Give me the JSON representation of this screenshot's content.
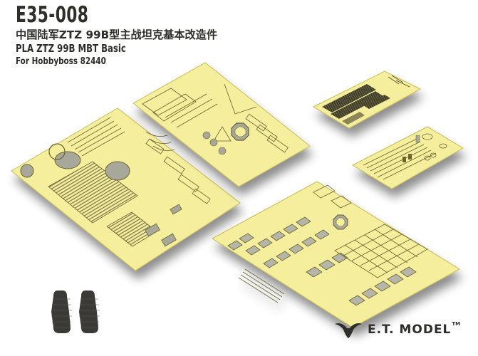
{
  "header": {
    "product_code": "E35-008",
    "title_cn": "中国陆军ZTZ 99B型主战坦克基本改造件",
    "title_en": "PLA ZTZ 99B MBT Basic",
    "subtitle": "For Hobbyboss 82440"
  },
  "brand": {
    "logo_icon": "et-model-swirl-icon",
    "name": "E.T. MODEL",
    "trademark": "TM"
  },
  "colors": {
    "brass": "#f5ee9c",
    "brass_edge": "#c9bd55",
    "etch_line": "#6a6430",
    "cutout": "#a8a89a",
    "dark_fill": "#4a4632",
    "rubber": "#3c3a37",
    "text": "#2e2e2a"
  },
  "sheets": [
    {
      "id": "sheet-large-left",
      "description": "large photo-etch fret with grilles, hatches and straps"
    },
    {
      "id": "sheet-top-center",
      "description": "photo-etch fret with octagonal ring and brackets"
    },
    {
      "id": "sheet-top-right-small",
      "description": "small fret with dark mesh panels"
    },
    {
      "id": "sheet-mid-right-small",
      "description": "small fret with rods and clamps"
    },
    {
      "id": "sheet-bottom-right",
      "description": "large fret with grid panels and window frames"
    }
  ],
  "accessories": [
    {
      "id": "rubber-part-left",
      "description": "dark rubber bellows part"
    },
    {
      "id": "rubber-part-right",
      "description": "dark rubber bellows part"
    }
  ]
}
